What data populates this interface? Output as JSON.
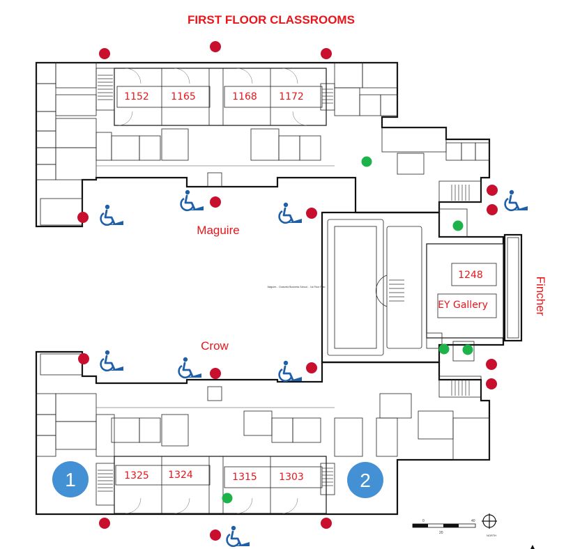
{
  "title": "FIRST FLOOR CLASSROOMS",
  "streets": {
    "north": "Maguire",
    "south": "Crow",
    "east": "Fincher"
  },
  "rooms": [
    {
      "id": "r1152",
      "label": "1152"
    },
    {
      "id": "r1165",
      "label": "1165"
    },
    {
      "id": "r1168",
      "label": "1168"
    },
    {
      "id": "r1172",
      "label": "1172"
    },
    {
      "id": "r1248",
      "label": "1248"
    },
    {
      "id": "rgallery",
      "label": "EY Gallery"
    },
    {
      "id": "r1325",
      "label": "1325"
    },
    {
      "id": "r1324",
      "label": "1324"
    },
    {
      "id": "r1315",
      "label": "1315"
    },
    {
      "id": "r1303",
      "label": "1303"
    }
  ],
  "markers": [
    {
      "label": "1"
    },
    {
      "label": "2"
    }
  ],
  "small_caption": "Maguire... Goizueta Business School... 1st Floor Plan",
  "scale_labels": [
    "0",
    "40",
    "20"
  ],
  "north_label": "NORTH",
  "colors": {
    "entrance_dot": "#c8102e",
    "elevator_dot": "#1db34a",
    "accessible_icon": "#1f5fa8",
    "marker_circle": "#3a8ad2",
    "label_red": "#e8151b"
  },
  "legend_icons": [
    "entrance-dot",
    "elevator-dot",
    "wheelchair-icon"
  ]
}
